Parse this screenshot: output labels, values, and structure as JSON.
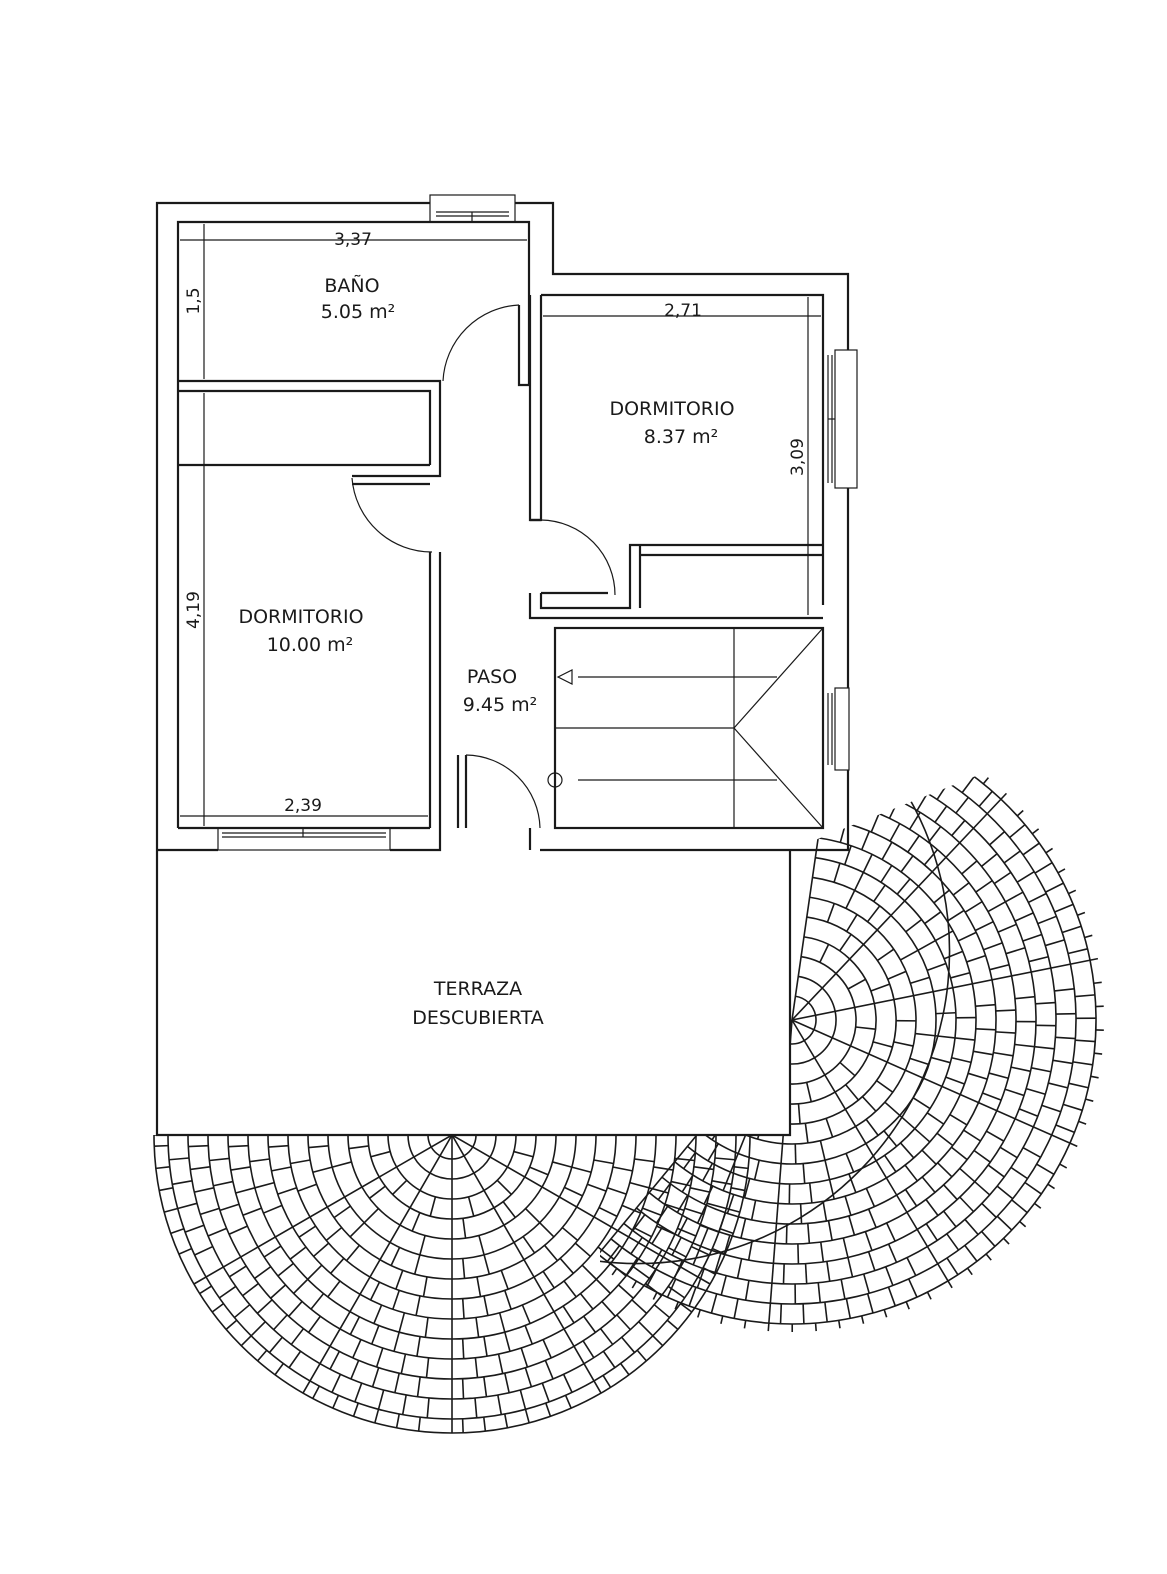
{
  "rooms": {
    "bano": {
      "name": "BAÑO",
      "area": "5.05 m²"
    },
    "dormitorio_1": {
      "name": "DORMITORIO",
      "area": "8.37 m²"
    },
    "dormitorio_2": {
      "name": "DORMITORIO",
      "area": "10.00 m²"
    },
    "paso": {
      "name": "PASO",
      "area": "9.45 m²"
    },
    "terraza": {
      "line1": "TERRAZA",
      "line2": "DESCUBIERTA"
    }
  },
  "dimensions": {
    "bano_width": "3,37",
    "bano_depth": "1,5",
    "dorm1_width": "2,71",
    "dorm1_depth": "3,09",
    "dorm2_depth": "4,19",
    "dorm2_width": "2,39"
  },
  "colors": {
    "ink": "#1a1a1a",
    "background": "#ffffff"
  }
}
